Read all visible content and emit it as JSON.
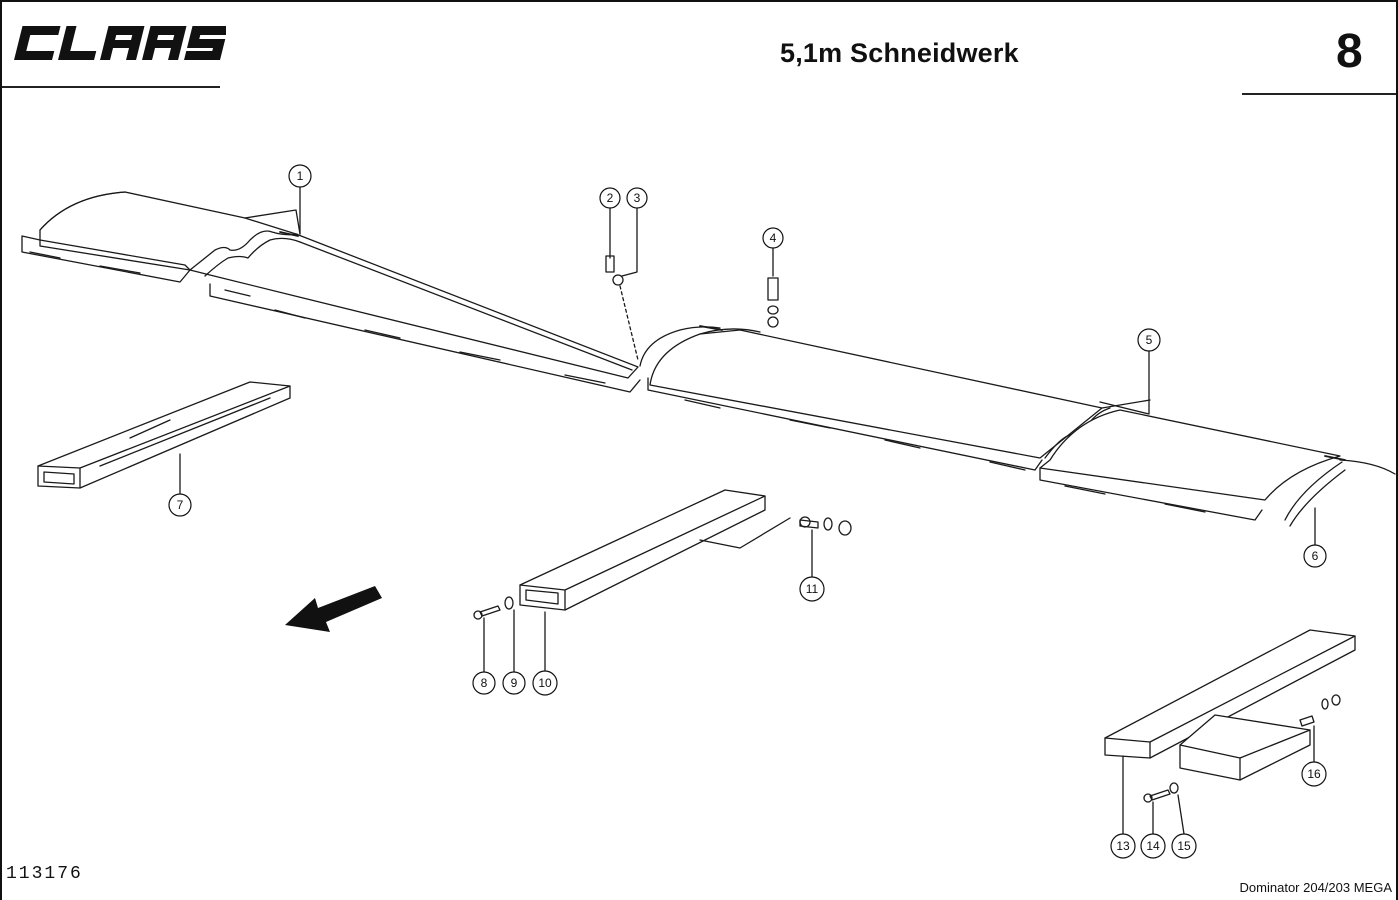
{
  "header": {
    "brand": "CLAAS",
    "title": "5,1m Schneidwerk",
    "page_number": "8"
  },
  "footer": {
    "drawing_number": "113176",
    "model": "Dominator 204/203 MEGA"
  },
  "callouts": {
    "c1": "1",
    "c2": "2",
    "c3": "3",
    "c4": "4",
    "c5": "5",
    "c6": "6",
    "c7": "7",
    "c8": "8",
    "c9": "9",
    "c10": "10",
    "c11": "11",
    "c13": "13",
    "c14": "14",
    "c15": "15",
    "c16": "16"
  },
  "icons": {
    "direction": "direction-arrow-icon",
    "logo": "claas-logo"
  }
}
